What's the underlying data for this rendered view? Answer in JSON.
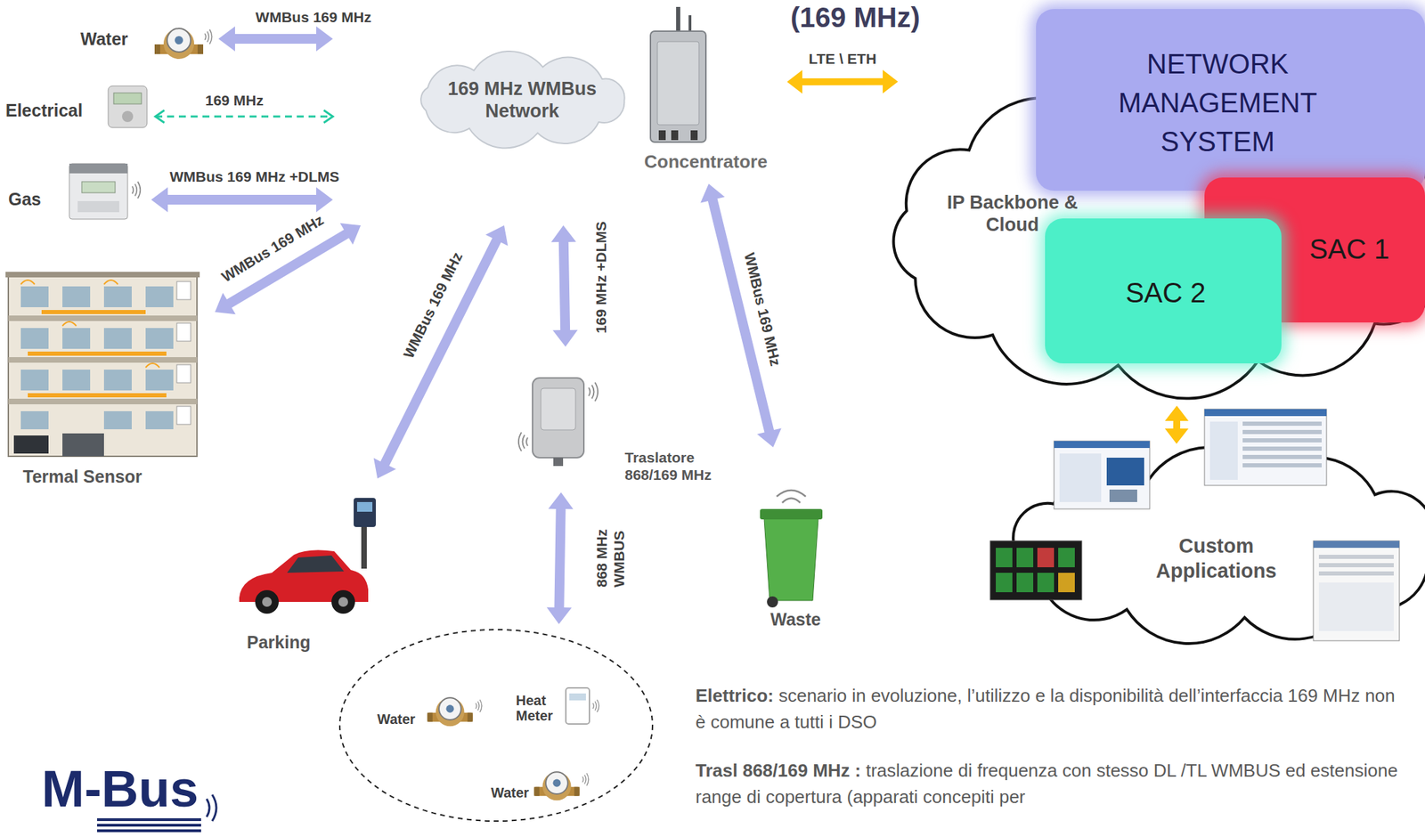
{
  "diagram": {
    "title": "(169 MHz)",
    "nodes": [
      {
        "text": [
          "Water"
        ]
      },
      {
        "text": [
          "Electrical"
        ]
      },
      {
        "text": [
          "Gas"
        ]
      },
      {
        "text": [
          "169 MHz WMBus Network"
        ]
      },
      {
        "text": [
          "Concentratore"
        ]
      },
      {
        "text": [
          "Termal Sensor"
        ]
      },
      {
        "text": [
          "Parking"
        ]
      },
      {
        "text": [
          "Traslatore 868/169 MHz"
        ]
      },
      {
        "text": [
          "Waste"
        ]
      },
      {
        "text": []
      },
      {
        "text": [
          "Water"
        ],
        "in": 9
      },
      {
        "text": [
          "Heat Meter"
        ],
        "in": 9
      },
      {
        "text": [
          "Water"
        ],
        "in": 9
      },
      {
        "text": [
          "IP Backbone & Cloud"
        ]
      },
      {
        "text": [
          "NETWORK MANAGEMENT SYSTEM"
        ],
        "in": 13
      },
      {
        "text": [
          "SAC 1"
        ],
        "in": 13
      },
      {
        "text": [
          "SAC 2"
        ],
        "in": 13
      },
      {
        "text": [
          "Custom Applications"
        ]
      }
    ],
    "edges": [
      {
        "from": 0,
        "to": 3,
        "arrow": "both",
        "label": "WMBus 169 MHz"
      },
      {
        "from": 1,
        "to": 3,
        "arrow": "both",
        "label": "169 MHz"
      },
      {
        "from": 2,
        "to": 3,
        "arrow": "both",
        "label": "WMBus 169 MHz +DLMS"
      },
      {
        "from": 5,
        "to": 3,
        "arrow": "both",
        "label": "WMBus 169 MHz"
      },
      {
        "from": 6,
        "to": 3,
        "arrow": "both",
        "label": "WMBus 169 MHz"
      },
      {
        "from": 7,
        "to": 3,
        "arrow": "both",
        "label": "169 MHz +DLMS"
      },
      {
        "from": 4,
        "to": 8,
        "arrow": "both",
        "label": "WMBus 169 MHz"
      },
      {
        "from": 4,
        "to": 13,
        "arrow": "both",
        "label": "LTE \\ ETH"
      },
      {
        "from": 13,
        "to": 17,
        "arrow": "both"
      },
      {
        "from": 7,
        "to": 9,
        "arrow": "both",
        "label": "868 MHz WMBUS"
      }
    ],
    "labels": [
      "Elettrico:",
      "scenario in evoluzione, l’utilizzo e la disponibilità dell’interfaccia 169 MHz non è comune a tutti i DSO",
      "Trasl 868/169 MHz :",
      "traslazione di frequenza con stesso DL /TL WMBUS ed estensione range di copertura (apparati concepiti per",
      "M-Bus"
    ]
  }
}
